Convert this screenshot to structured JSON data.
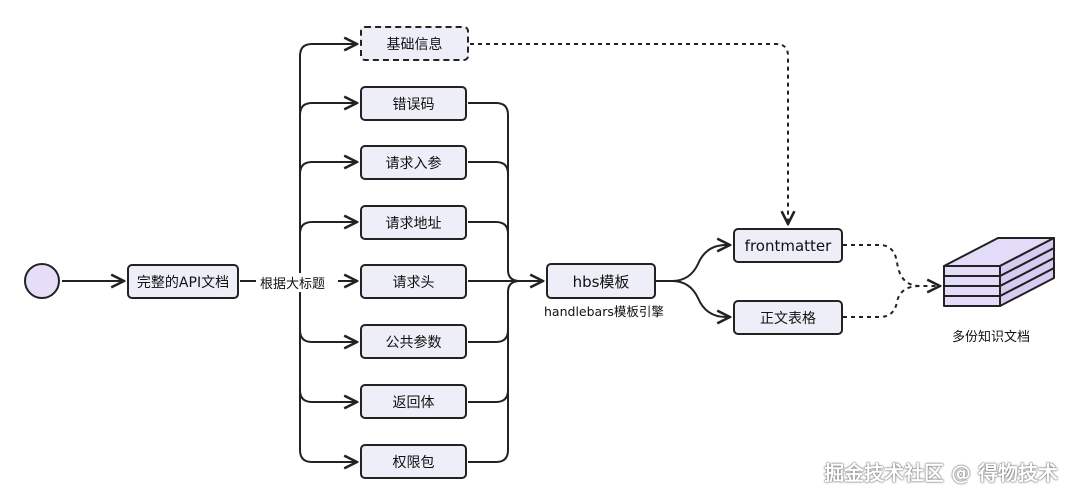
{
  "diagram": {
    "source_doc": "完整的API文档",
    "split_label": "根据大标题",
    "sections": [
      "基础信息",
      "错误码",
      "请求入参",
      "请求地址",
      "请求头",
      "公共参数",
      "返回体",
      "权限包"
    ],
    "template": "hbs模板",
    "template_caption": "handlebars模板引擎",
    "outputs": [
      "frontmatter",
      "正文表格"
    ],
    "result_label": "多份知识文档"
  },
  "watermark": "掘金技术社区 @ 得物技术",
  "colors": {
    "node_fill": "#edeef8",
    "stroke": "#222222",
    "start_fill": "#e6def8",
    "stack_fill": "#e3dcf8"
  }
}
